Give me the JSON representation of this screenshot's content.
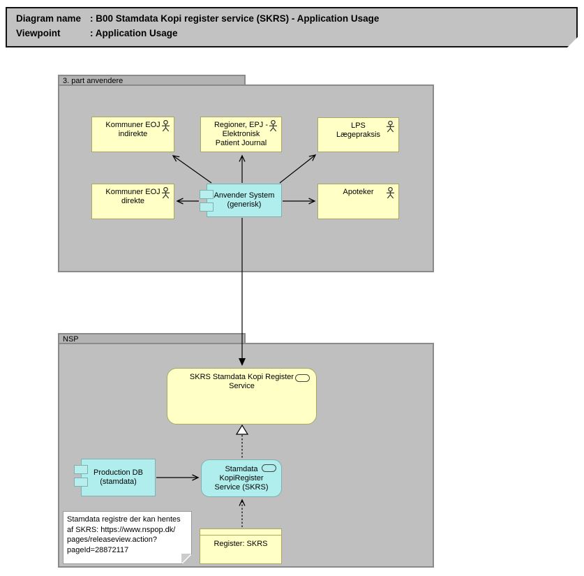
{
  "header": {
    "diagram_name_label": "Diagram name",
    "diagram_name_value": ": B00 Stamdata Kopi register service (SKRS) - Application Usage",
    "viewpoint_label": "Viewpoint",
    "viewpoint_value": ": Application Usage"
  },
  "groups": {
    "third_party": {
      "label": "3. part anvendere"
    },
    "nsp": {
      "label": "NSP"
    }
  },
  "nodes": {
    "kommuner_eoj_indirekte": {
      "label": "Kommuner EOJ\nindirekte",
      "type": "actor"
    },
    "regioner_epj": {
      "label": "Regioner, EPJ -\nElektronisk\nPatient Journal",
      "type": "actor"
    },
    "lps": {
      "label": "LPS\nLægepraksis",
      "type": "actor"
    },
    "kommuner_eoj_direkte": {
      "label": "Kommuner EOJ\ndirekte",
      "type": "actor"
    },
    "anvender_system": {
      "label": "Anvender System\n(generisk)",
      "type": "component"
    },
    "apoteker": {
      "label": "Apoteker",
      "type": "actor"
    },
    "skrs_service": {
      "label": "SKRS Stamdata Kopi Register\nService",
      "type": "service"
    },
    "production_db": {
      "label": "Production DB\n(stamdata)",
      "type": "component"
    },
    "stamdata_kopiregister": {
      "label": "Stamdata\nKopiRegister\nService (SKRS)",
      "type": "service"
    },
    "register_skrs": {
      "label": "Register: SKRS",
      "type": "data-object"
    }
  },
  "note": {
    "text": "Stamdata registre der kan hentes\naf SKRS: https://www.nspop.dk/\npages/releaseview.action?\npageId=28872117"
  },
  "colors": {
    "actor_fill": "#ffffc6",
    "actor_border": "#a8a860",
    "component_fill": "#b0eeee",
    "component_border": "#7fb0b0",
    "group_fill": "#bfbfbf",
    "group_tab_fill": "#b3b3b3",
    "header_fill": "#c2c2c2",
    "line": "#000000"
  }
}
